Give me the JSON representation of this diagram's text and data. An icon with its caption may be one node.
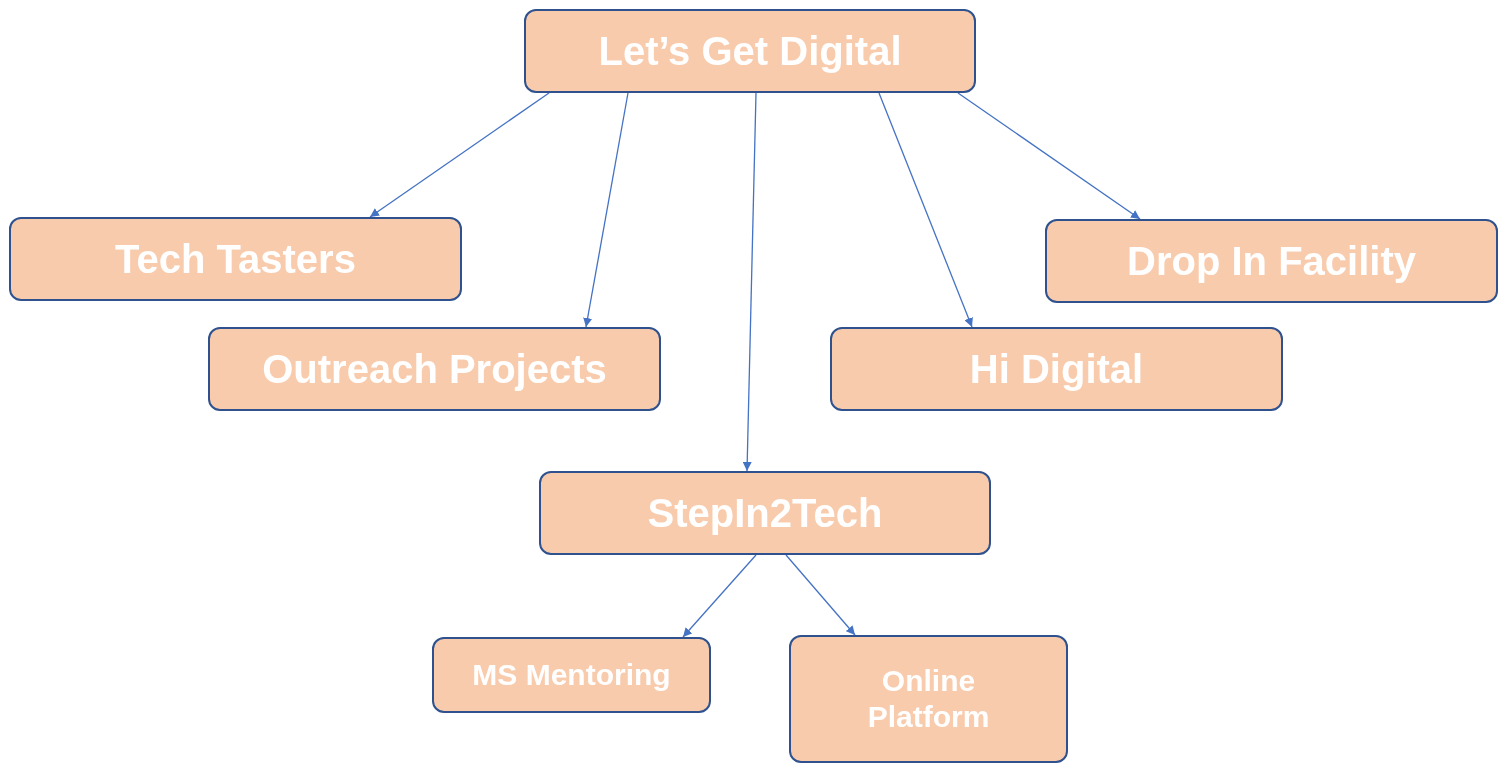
{
  "diagram": {
    "nodes": [
      {
        "text": [
          "Let’s Get Digital"
        ]
      },
      {
        "text": [
          "Tech Tasters"
        ]
      },
      {
        "text": [
          "Drop In Facility"
        ]
      },
      {
        "text": [
          "Outreach Projects"
        ]
      },
      {
        "text": [
          "Hi Digital"
        ]
      },
      {
        "text": [
          "StepIn2Tech"
        ]
      },
      {
        "text": [
          "MS Mentoring"
        ]
      },
      {
        "text": [
          "Online Platform"
        ]
      }
    ],
    "edges": [
      {
        "from": 0,
        "to": 1,
        "arrow": "to"
      },
      {
        "from": 0,
        "to": 3,
        "arrow": "to"
      },
      {
        "from": 0,
        "to": 5,
        "arrow": "to"
      },
      {
        "from": 0,
        "to": 4,
        "arrow": "to"
      },
      {
        "from": 0,
        "to": 2,
        "arrow": "to"
      },
      {
        "from": 5,
        "to": 6,
        "arrow": "to"
      },
      {
        "from": 5,
        "to": 7,
        "arrow": "to"
      }
    ]
  }
}
